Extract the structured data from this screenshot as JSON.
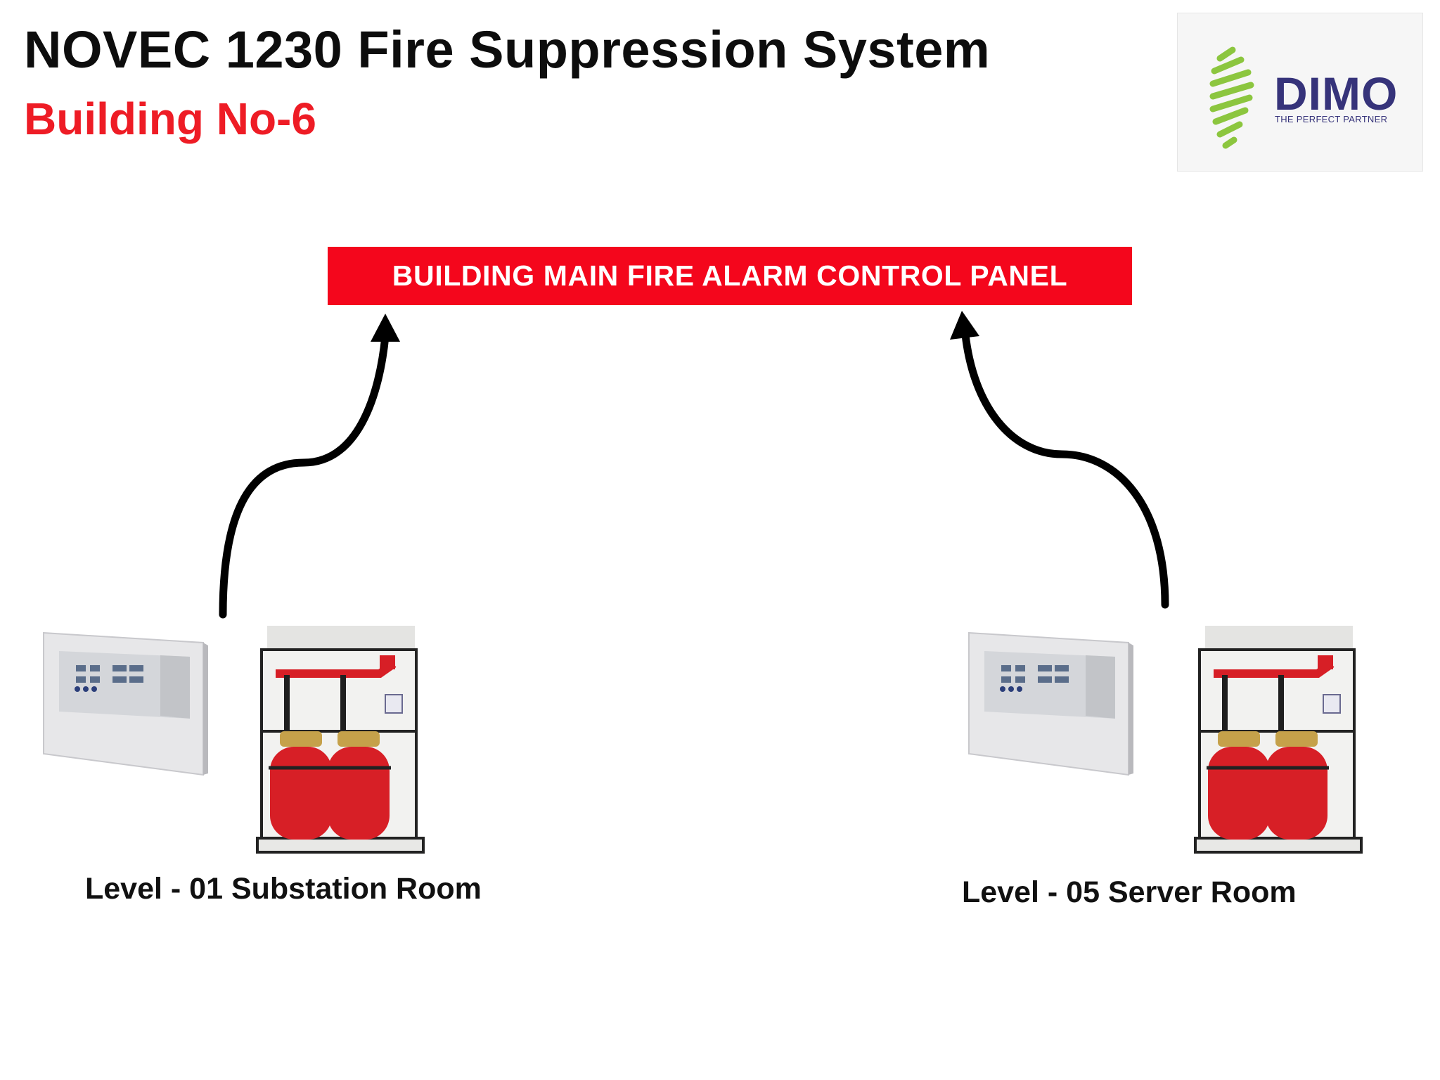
{
  "header": {
    "title": "NOVEC 1230 Fire Suppression System",
    "subtitle": "Building No-6"
  },
  "logo": {
    "brand": "DIMO",
    "tagline": "THE PERFECT PARTNER",
    "icon": "flame-chevrons-icon",
    "colors": {
      "mark": "#8cc63f",
      "text": "#36337a"
    }
  },
  "control_panel": {
    "label": "BUILDING MAIN FIRE ALARM CONTROL PANEL",
    "color": "#f4061c"
  },
  "rooms": [
    {
      "label": "Level - 01 Substation Room"
    },
    {
      "label": "Level - 05 Server Room"
    }
  ],
  "colors": {
    "title": "#0d0d0d",
    "subtitle": "#ee1c25",
    "arrow": "#000000",
    "cylinder": "#d71f26"
  }
}
